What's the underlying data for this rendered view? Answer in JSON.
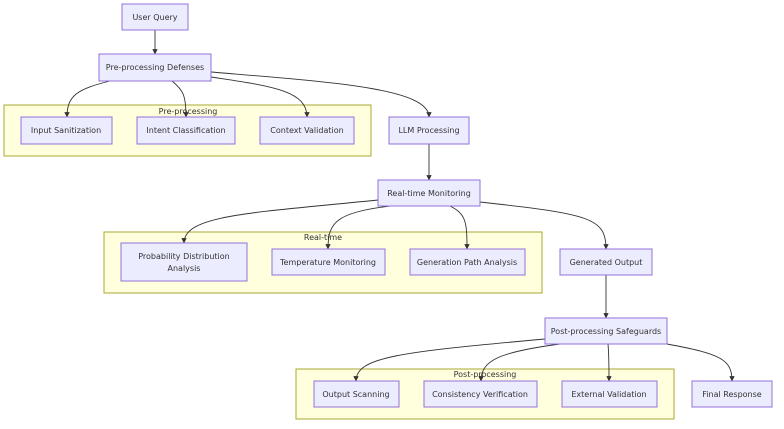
{
  "diagram": {
    "nodes": {
      "user_query": "User Query",
      "preprocessing_defenses": "Pre-processing Defenses",
      "input_sanitization": "Input Sanitization",
      "intent_classification": "Intent Classification",
      "context_validation": "Context Validation",
      "llm_processing": "LLM Processing",
      "realtime_monitoring": "Real-time Monitoring",
      "probability_distribution_line1": "Probability Distribution",
      "probability_distribution_line2": "Analysis",
      "temperature_monitoring": "Temperature Monitoring",
      "generation_path_analysis": "Generation Path Analysis",
      "generated_output": "Generated Output",
      "postprocessing_safeguards": "Post-processing Safeguards",
      "output_scanning": "Output Scanning",
      "consistency_verification": "Consistency Verification",
      "external_validation": "External Validation",
      "final_response": "Final Response"
    },
    "clusters": {
      "preprocessing": "Pre-processing",
      "realtime": "Real-time",
      "postprocessing": "Post-processing"
    },
    "colors": {
      "node_fill": "#ececff",
      "node_stroke": "#9370db",
      "cluster_fill": "#ffffde",
      "cluster_stroke": "#aaaa33",
      "edge": "#333333"
    }
  }
}
